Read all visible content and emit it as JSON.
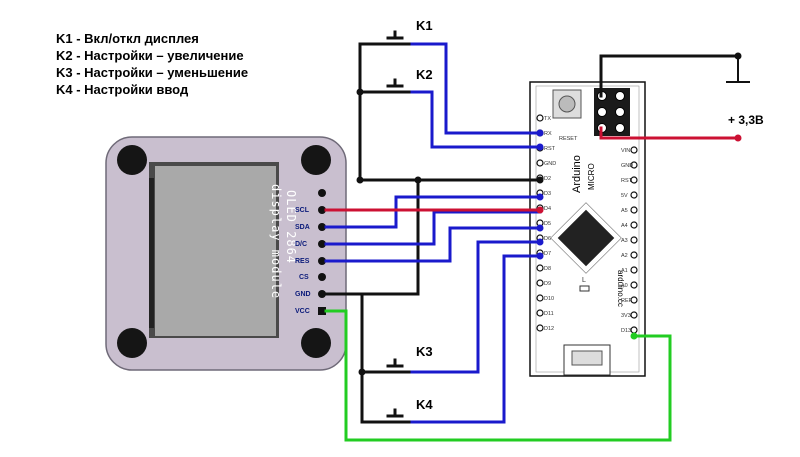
{
  "legend": [
    "K1 - Вкл/откл дисплея",
    "K2 - Настройки – увеличение",
    "K3 - Настройки – уменьшение",
    "K4 - Настройки ввод"
  ],
  "keys": [
    "K1",
    "K2",
    "K3",
    "K4"
  ],
  "oled": {
    "title": "OLED 2864",
    "subtitle": "display module",
    "pins": [
      "SCL",
      "SDA",
      "D/C",
      "RES",
      "CS",
      "GND",
      "VCC"
    ]
  },
  "arduino": {
    "brand": "Arduino",
    "model": "MICRO",
    "site": "arduino.cc",
    "reset_label": "RESET",
    "led_label": "L",
    "left_pins": [
      "TX",
      "RX",
      "RST",
      "GND",
      "D2",
      "D3",
      "D4",
      "D5",
      "D6",
      "D7",
      "D8",
      "D9",
      "D10",
      "D11",
      "D12"
    ],
    "right_pins": [
      "VIN",
      "GND",
      "RST",
      "5V",
      "A5",
      "A4",
      "A3",
      "A2",
      "A1",
      "A0",
      "REF",
      "3V3",
      "D13"
    ]
  },
  "power": {
    "supply_label": "+ 3,3В",
    "ground_symbol": "⊥"
  },
  "colors": {
    "wire_black": "#111111",
    "wire_blue": "#1a1acc",
    "wire_red": "#cc1133",
    "wire_green": "#22cc22",
    "oled_board": "#c9bfcf",
    "oled_screen": "#a9a9a9"
  }
}
